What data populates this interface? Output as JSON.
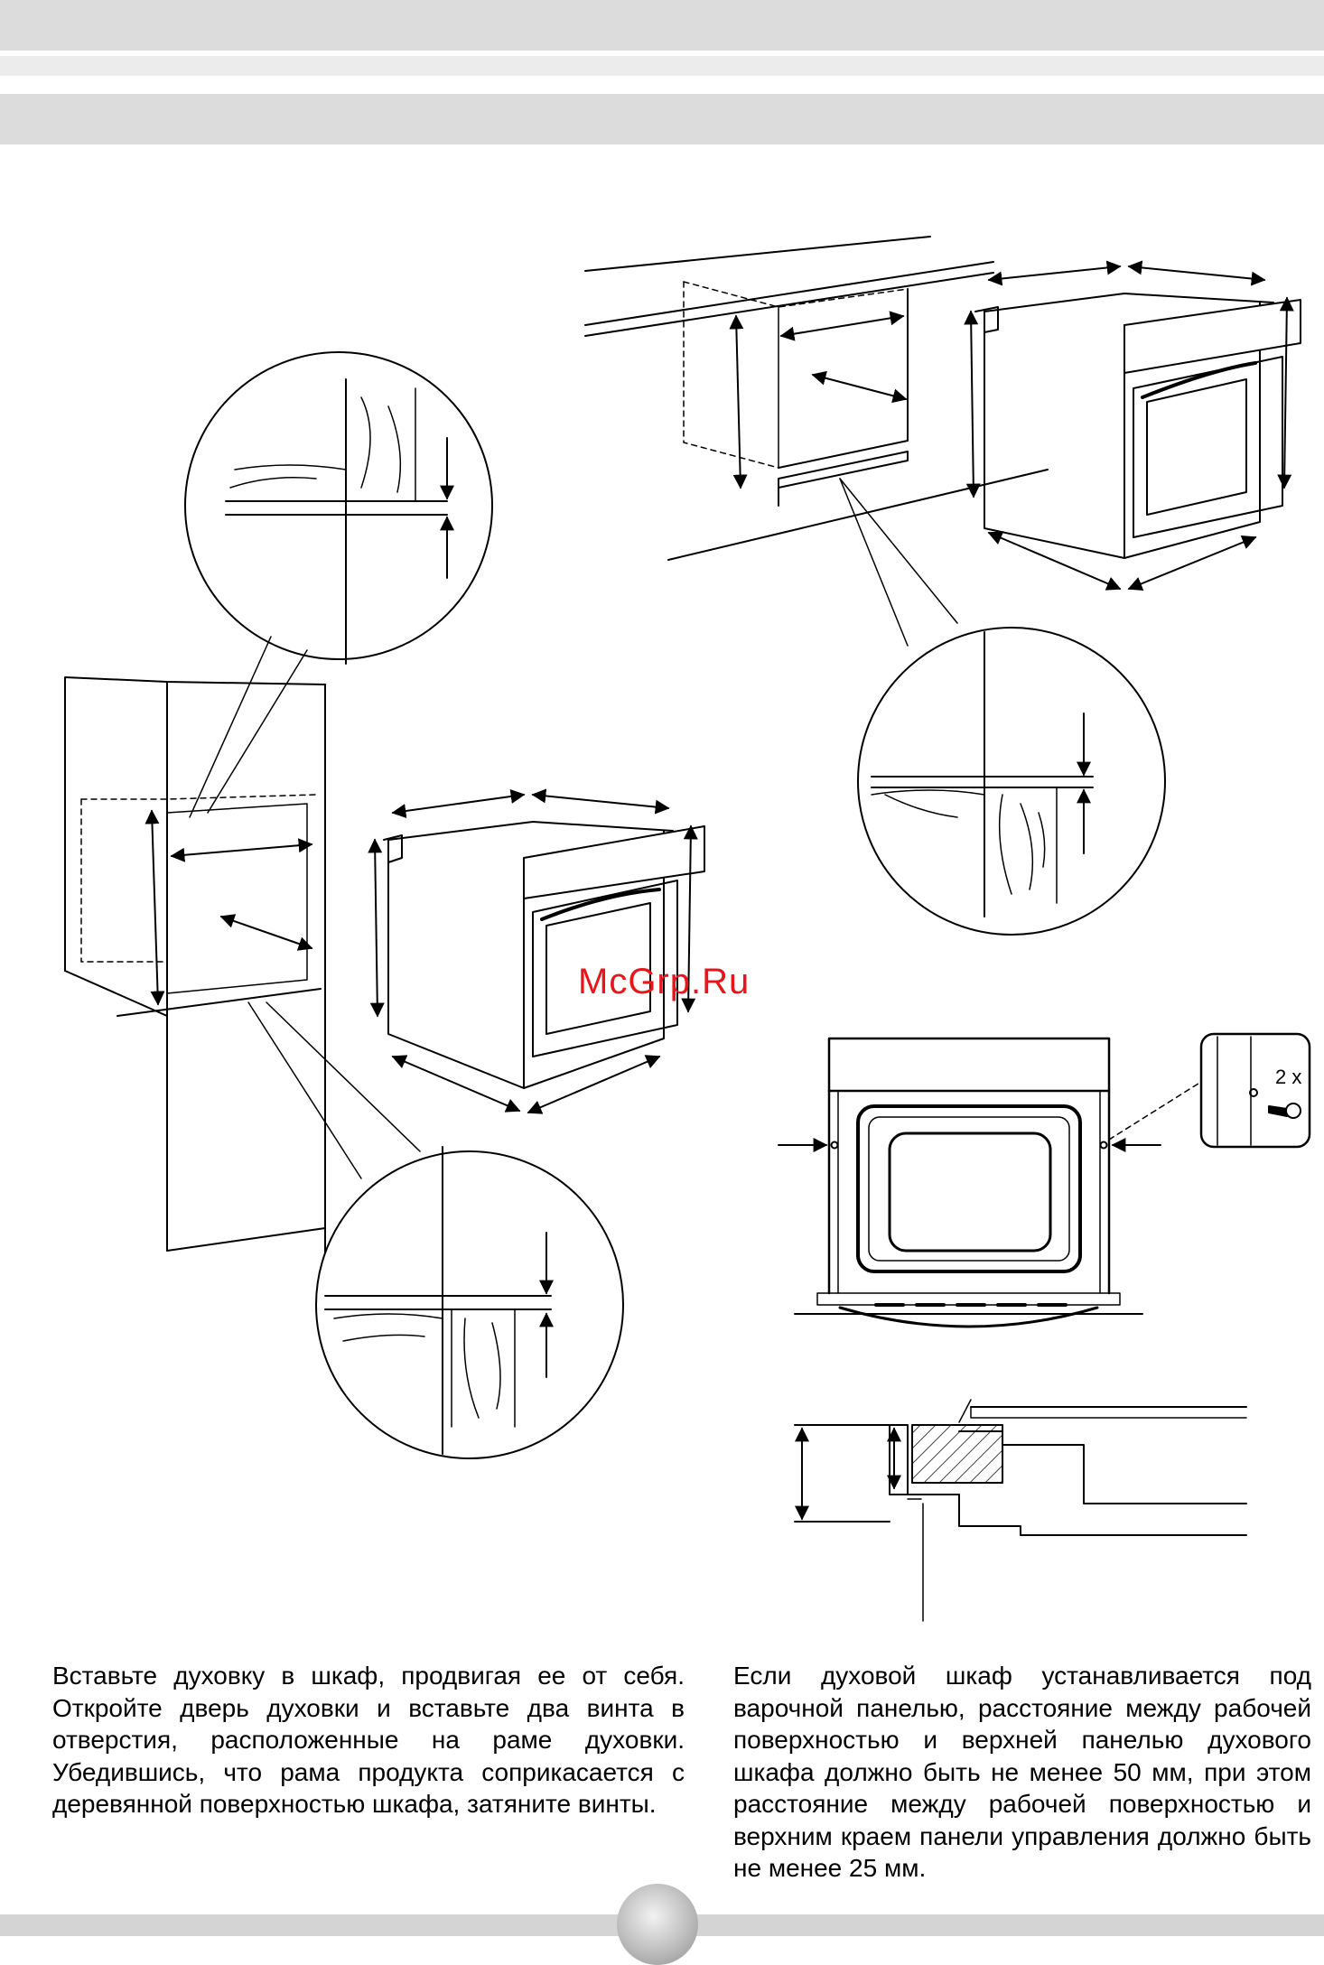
{
  "watermark": "McGrp.Ru",
  "detail": {
    "screw_count_label": "2 x"
  },
  "text": {
    "left_paragraph": "Вставьте духовку в  шкаф, продвигая ее от себя. Откройте дверь духовки и вставьте два винта в отверстия, расположенные на раме духовки. Убедившись, что рама продукта соприкасается с деревянной поверхностью шкафа, затяните винты.",
    "right_paragraph": "Если духовой шкаф устанавливается под варочной панелью, расстояние между рабочей поверхностью и верхней панелью духового шкафа должно быть не менее 50 мм, при этом расстояние между рабочей поверхностью и верхним краем панели управления должно быть не менее 25 мм."
  },
  "colors": {
    "header_bar": "#dcdcdc",
    "watermark": "#e8161a",
    "line": "#000000"
  }
}
